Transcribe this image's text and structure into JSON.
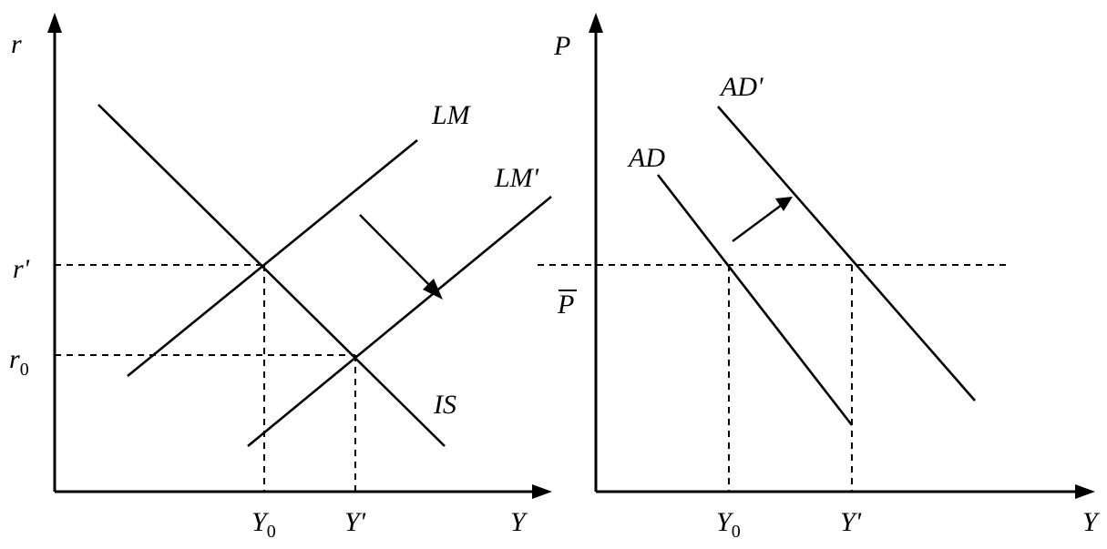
{
  "left_panel": {
    "y_axis_label": "r",
    "x_axis_label": "Y",
    "curve_lm": "LM",
    "curve_lm_shifted": "LM'",
    "curve_is": "IS",
    "tick_r_prime": "r'",
    "tick_r0_base": "r",
    "tick_r0_sub": "0",
    "tick_y0_base": "Y",
    "tick_y0_sub": "0",
    "tick_y_prime": "Y'"
  },
  "right_panel": {
    "y_axis_label": "P",
    "x_axis_label": "Y",
    "curve_ad": "AD",
    "curve_ad_shifted": "AD'",
    "tick_p_bar": "P",
    "tick_y0_base": "Y",
    "tick_y0_sub": "0",
    "tick_y_prime": "Y'"
  }
}
